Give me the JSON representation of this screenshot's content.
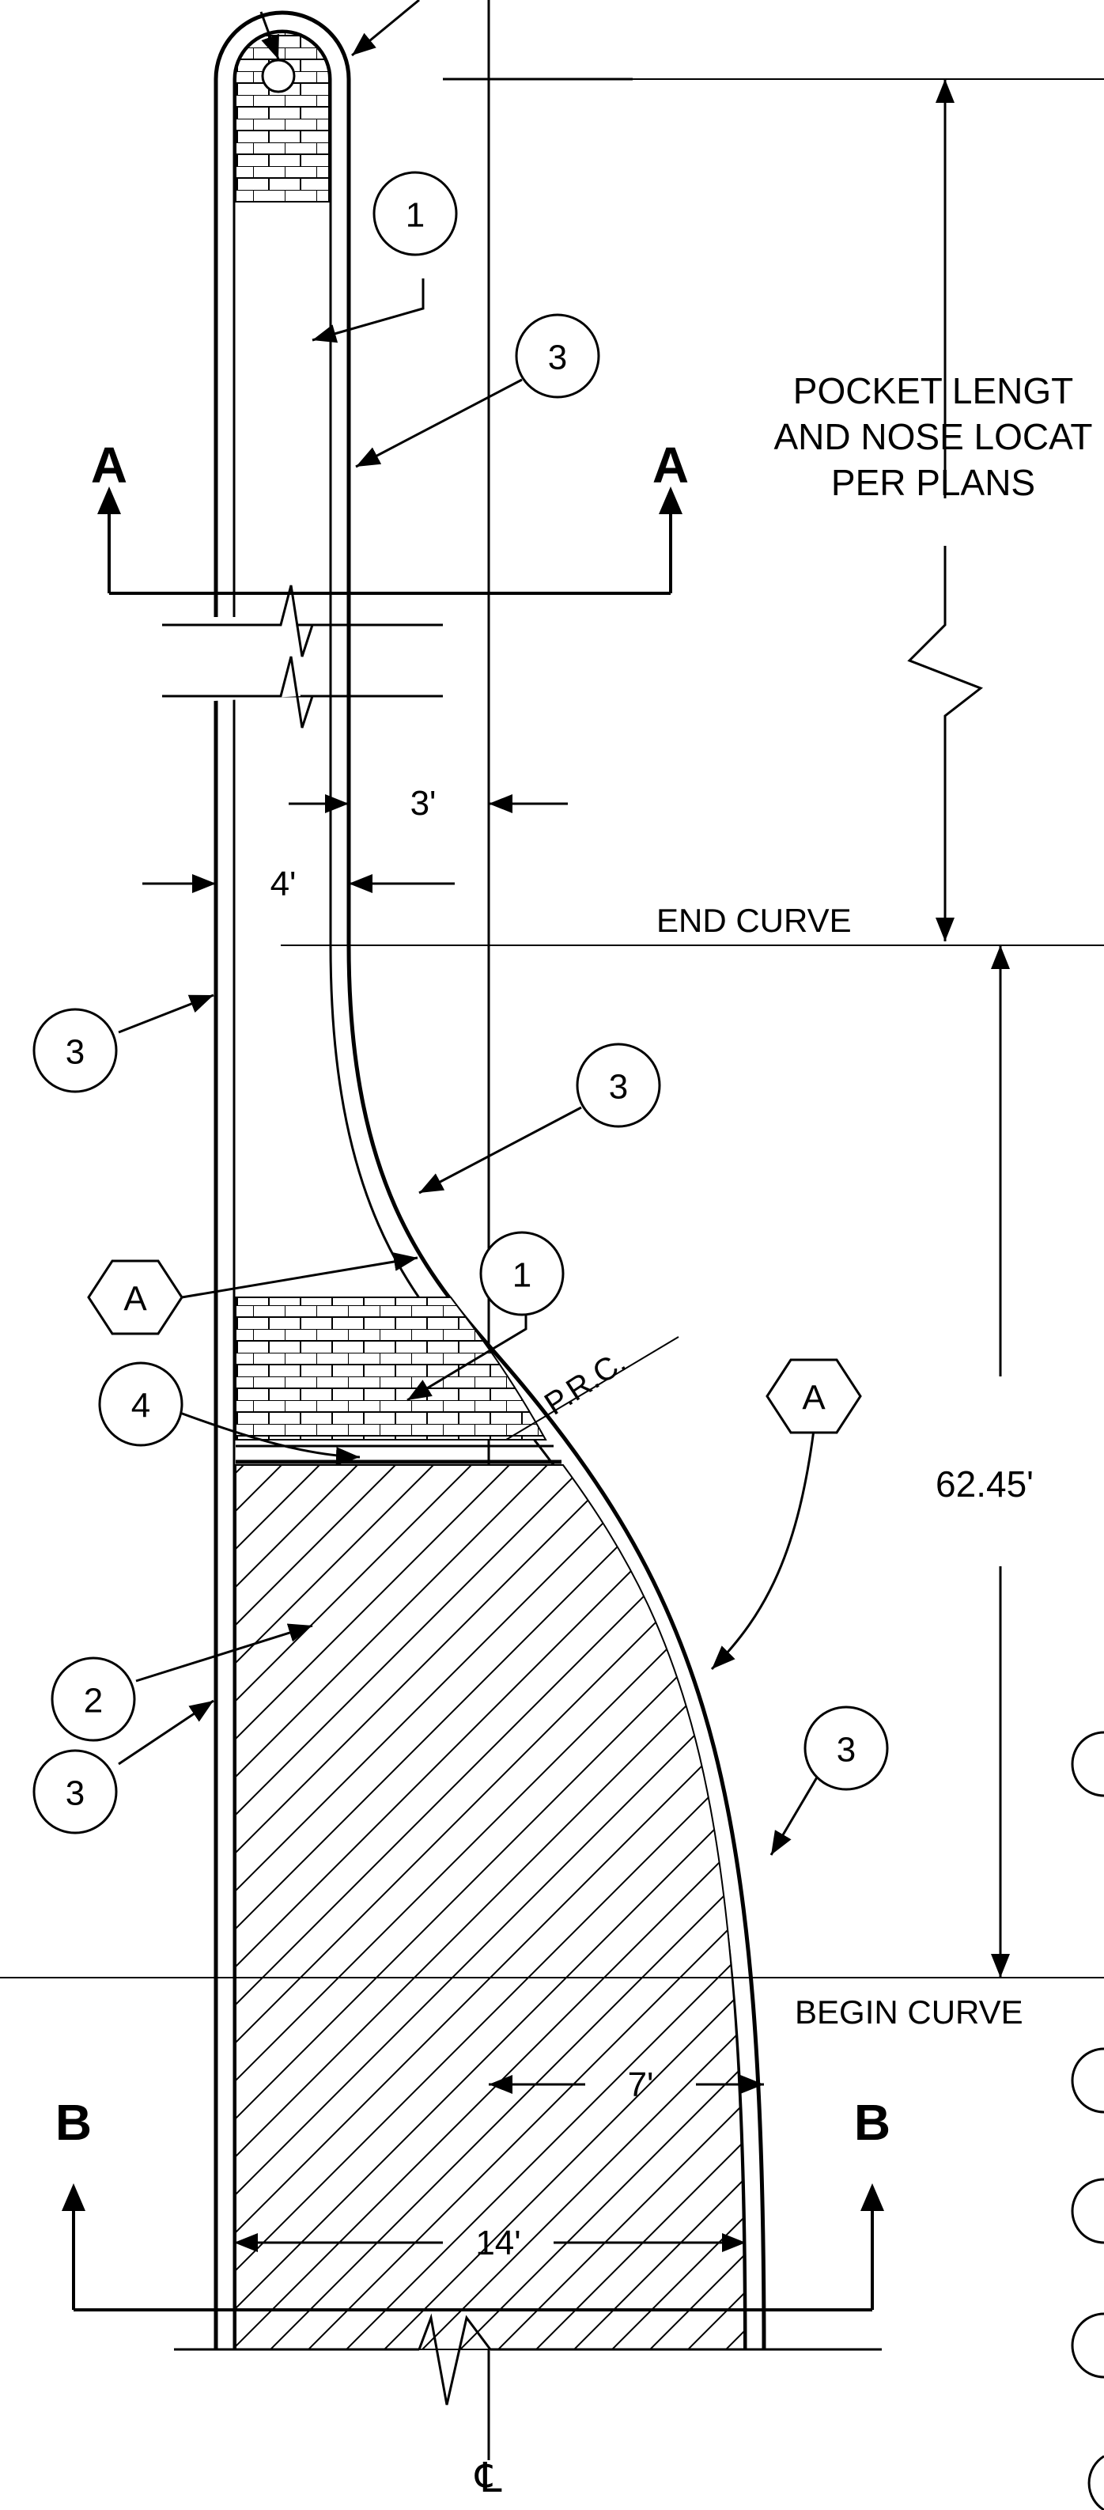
{
  "labels": {
    "pocket_line1": "POCKET LENGT",
    "pocket_line2": "AND NOSE LOCAT",
    "pocket_line3": "PER PLANS",
    "end_curve": "END CURVE",
    "begin_curve": "BEGIN CURVE",
    "prc": "P.R.C.",
    "centerline": "℄"
  },
  "dimensions": {
    "three_ft": "3'",
    "four_ft": "4'",
    "curve_length": "62.45'",
    "seven_ft": "7'",
    "fourteen_ft": "14'"
  },
  "sections": {
    "a_left": "A",
    "a_right": "A",
    "b_left": "B",
    "b_right": "B"
  },
  "callouts": {
    "c1_top": "1",
    "c3_top": "3",
    "c3_left_mid": "3",
    "c3_curve": "3",
    "hex_a_left": "A",
    "c1_mid": "1",
    "c4": "4",
    "hex_a_right": "A",
    "c2": "2",
    "c3_left_low": "3",
    "c3_right_low": "3"
  }
}
